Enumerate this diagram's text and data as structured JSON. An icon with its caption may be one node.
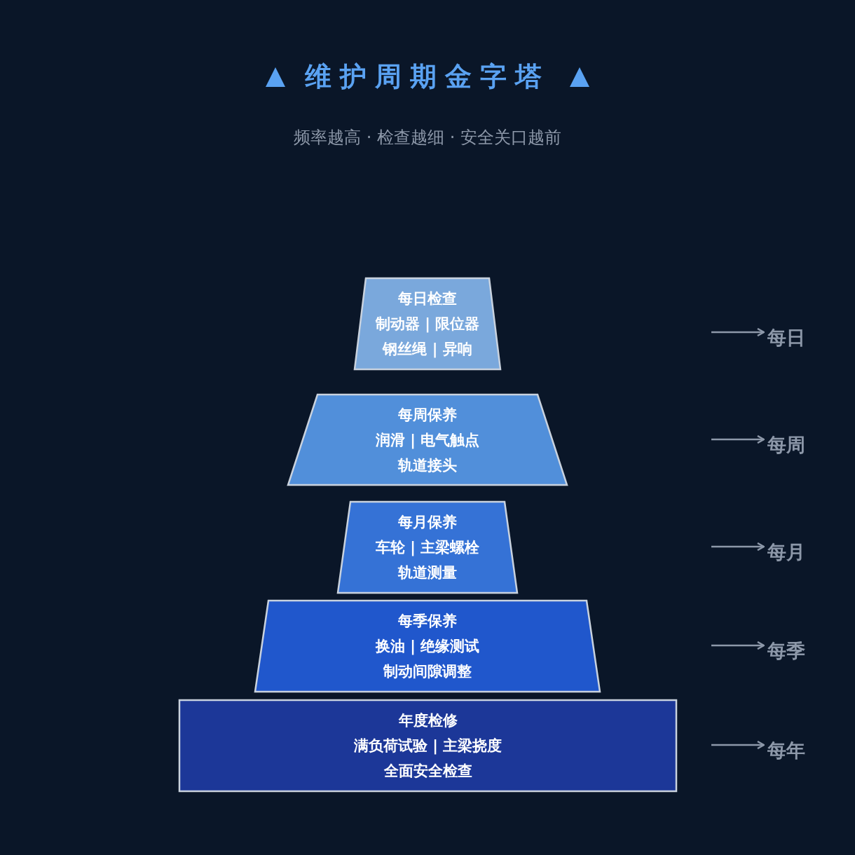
{
  "diagram": {
    "title": "维护周期金字塔",
    "nodes": [
      {
        "text": [
          "每日检查",
          "制动器 | 限位器",
          "钢丝绳 | 异响"
        ]
      },
      {
        "text": [
          "每周保养",
          "润滑 | 电气触点",
          "轨道接头"
        ]
      },
      {
        "text": [
          "每月保养",
          "车轮 | 主梁螺栓",
          "轨道测量"
        ]
      },
      {
        "text": [
          "每季保养",
          "换油 | 绝缘测试",
          "制动间隙调整"
        ]
      },
      {
        "text": [
          "年度检修",
          "满负荷试验 | 主梁挠度",
          "全面安全检查"
        ]
      },
      {
        "text": [
          "每日"
        ]
      },
      {
        "text": [
          "每周"
        ]
      },
      {
        "text": [
          "每月"
        ]
      },
      {
        "text": [
          "每季"
        ]
      },
      {
        "text": [
          "每年"
        ]
      }
    ],
    "edges": [
      {
        "from": null,
        "to": 5,
        "arrow": "to"
      },
      {
        "from": null,
        "to": 6,
        "arrow": "to"
      },
      {
        "from": null,
        "to": 7,
        "arrow": "to"
      },
      {
        "from": null,
        "to": 8,
        "arrow": "to"
      },
      {
        "from": null,
        "to": 9,
        "arrow": "to"
      }
    ],
    "labels": [
      "频率越高 · 检查越细 · 安全关口越前"
    ]
  }
}
